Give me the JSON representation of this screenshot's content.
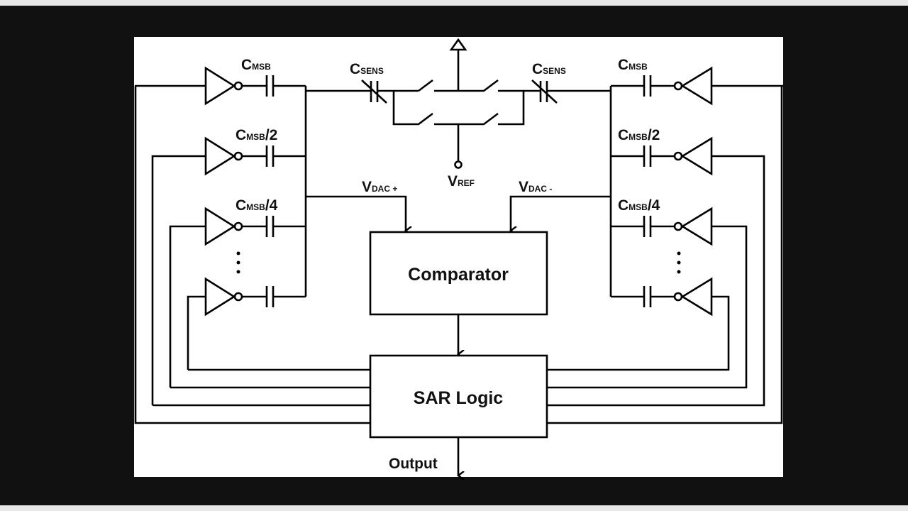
{
  "diagram": {
    "labels": {
      "cmsb_main": "C",
      "cmsb_sub": "MSB",
      "half": "/2",
      "quarter": "/4",
      "csens_main": "C",
      "csens_sub": "SENS",
      "vref_main": "V",
      "vref_sub": "REF",
      "vdacp_main": "V",
      "vdacp_sub": "DAC +",
      "vdacm_main": "V",
      "vdacm_sub": "DAC -",
      "comparator": "Comparator",
      "sar_logic": "SAR Logic",
      "output": "Output"
    },
    "colors": {
      "background": "#111111",
      "panel": "#ffffff",
      "ink": "#000000"
    }
  }
}
